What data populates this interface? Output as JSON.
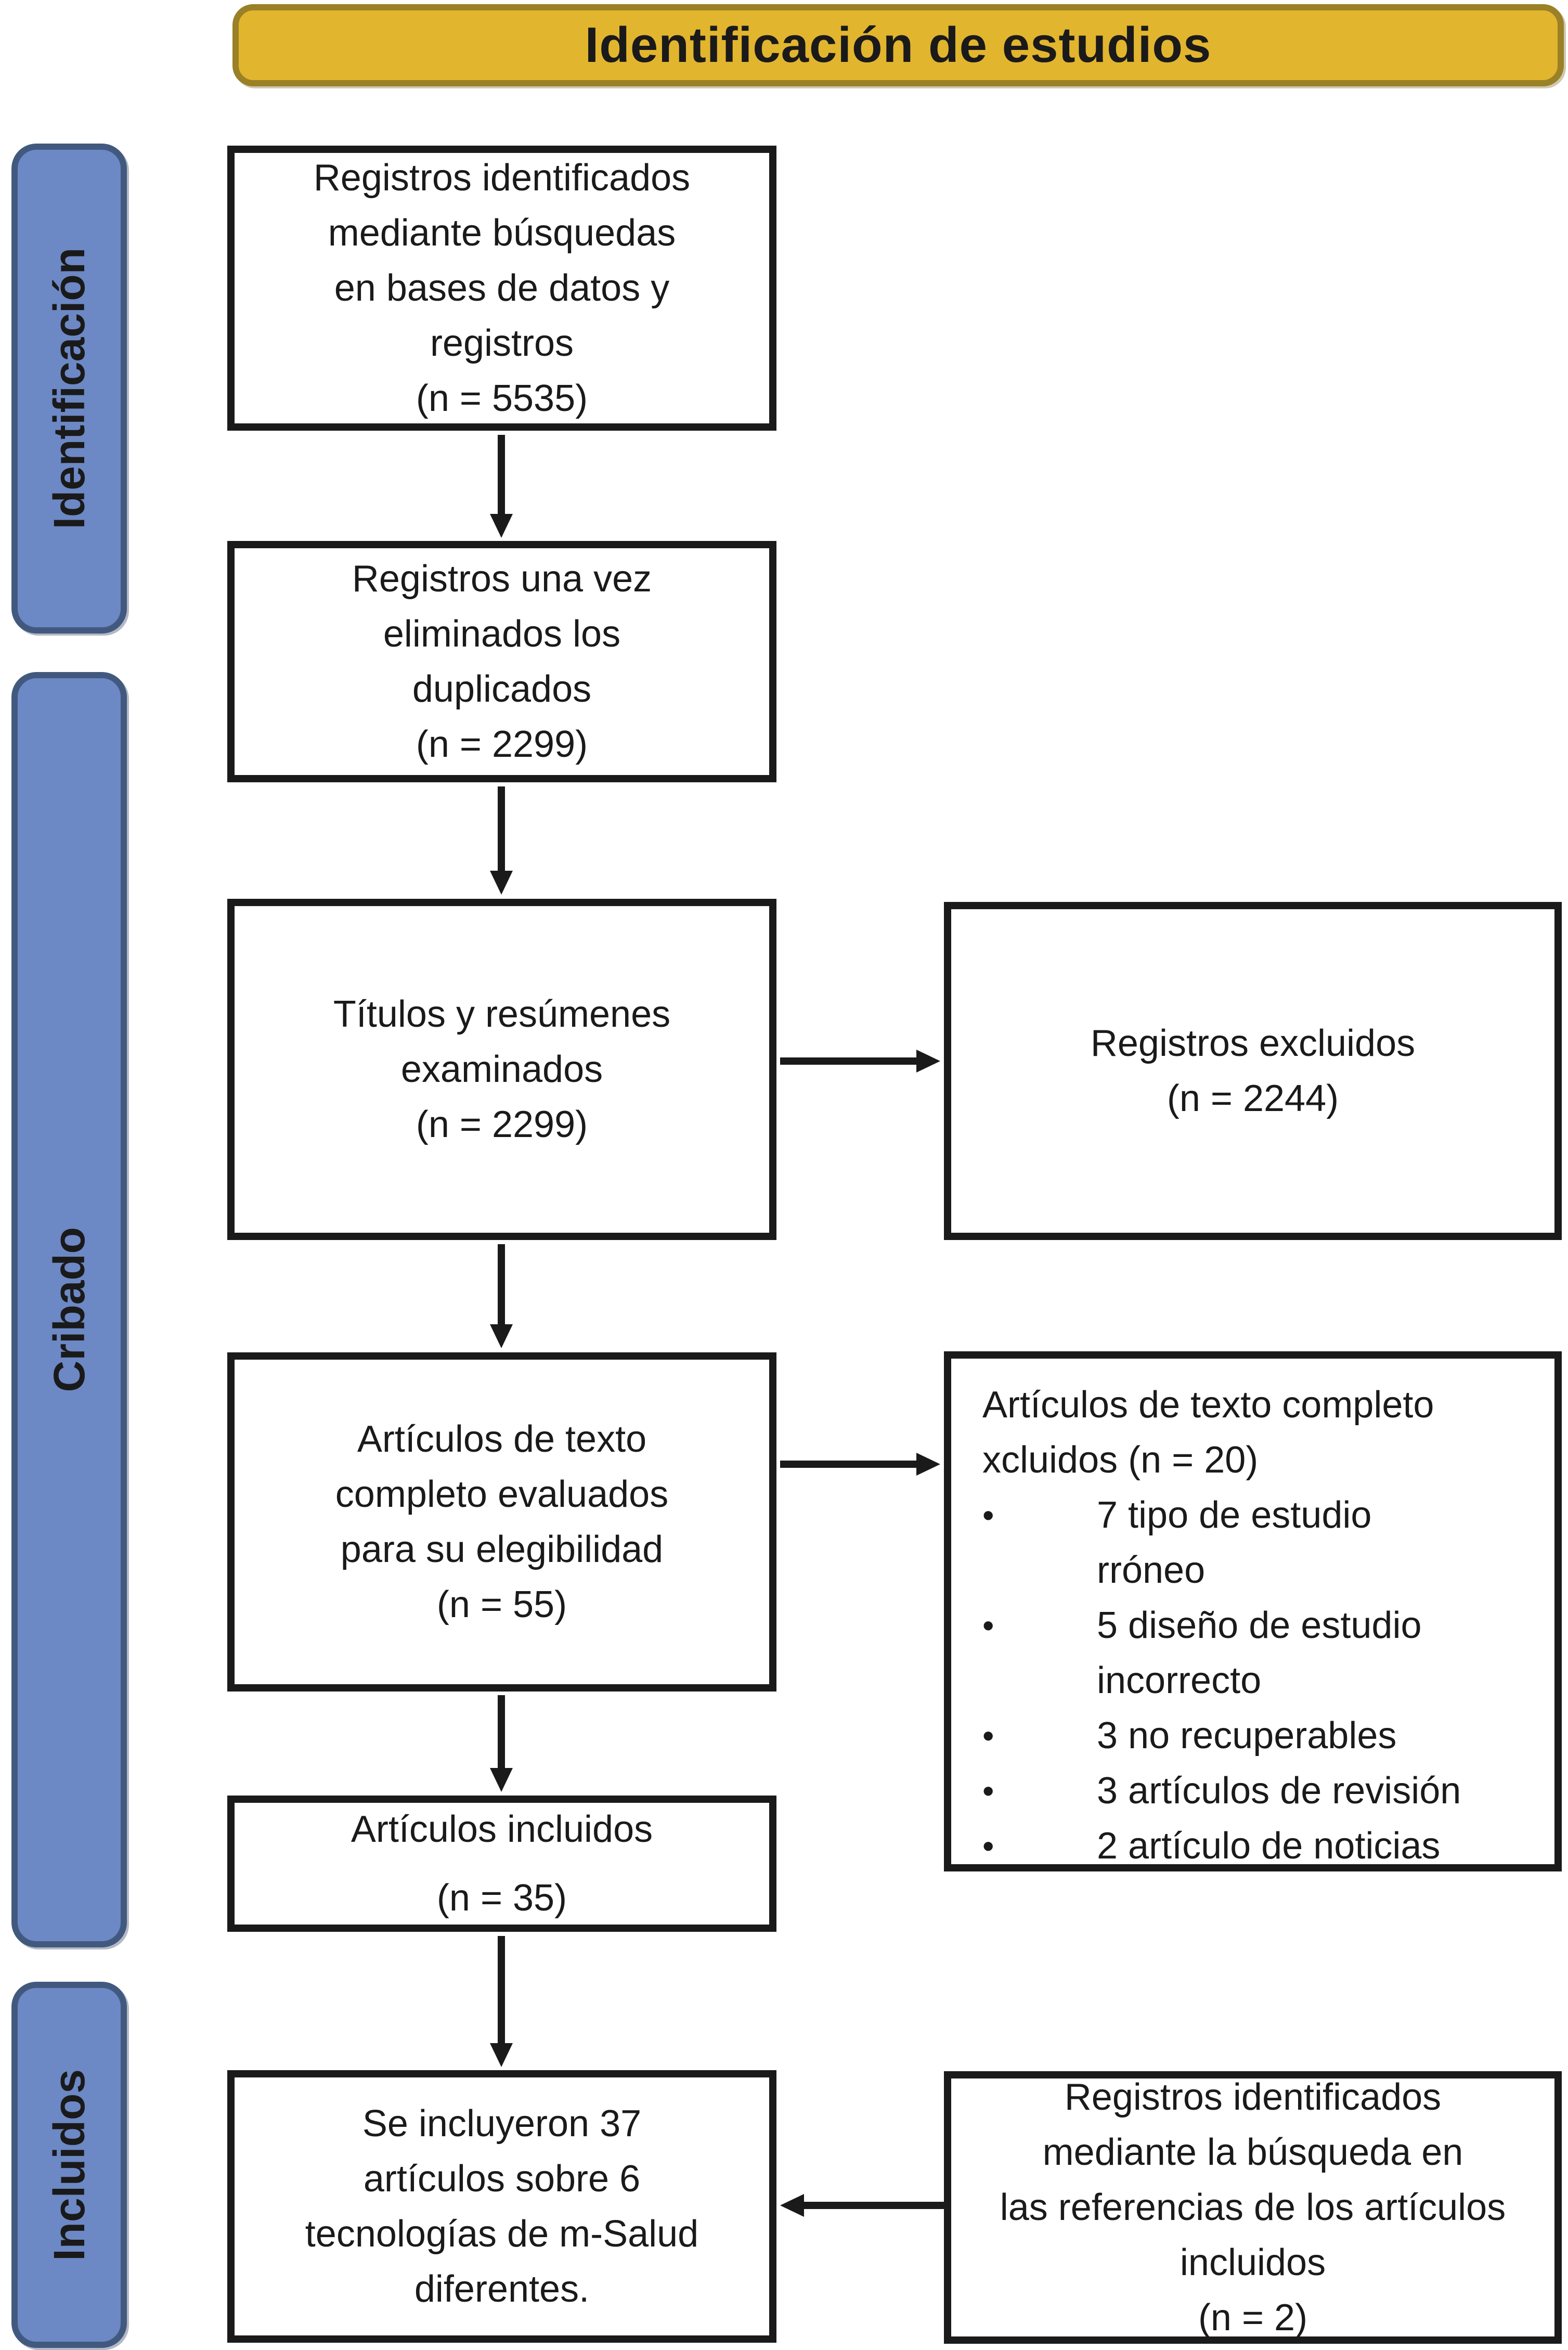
{
  "diagram": {
    "title": "Identificación de estudios",
    "stages": [
      {
        "label": "Identificación"
      },
      {
        "label": "Cribado"
      },
      {
        "label": "Incluidos"
      }
    ],
    "boxes": {
      "identified": "Registros identificados\nmediante búsquedas\nen bases de datos y\nregistros\n(n = 5535)",
      "deduplicated": "Registros una vez\neliminados los\nduplicados\n(n = 2299)",
      "screened": "Títulos y resúmenes\nexaminados\n(n = 2299)",
      "records_excluded": "Registros excluidos\n(n = 2244)",
      "fulltext_assessed": "Artículos de texto\ncompleto evaluados\npara su elegibilidad\n(n = 55)",
      "fulltext_excluded_title": "Artículos de texto completo\nxcluidos (n = 20)",
      "exclusion_reasons": [
        "7 tipo de estudio\nrróneo",
        "5 diseño de estudio\nincorrecto",
        "3 no recuperables",
        "3 artículos de revisión",
        "2 artículo de noticias"
      ],
      "included_articles": "Artículos incluidos\n(n = 35)",
      "final_synthesis": "Se incluyeron 37\nartículos sobre 6\ntecnologías de m-Salud\ndiferentes.",
      "reference_search": "Registros identificados\nmediante la búsqueda en\nlas referencias de los artículos\nincluidos\n(n = 2)"
    },
    "bullet_glyph": "•",
    "colors": {
      "banner_fill": "#e2b52e",
      "banner_border": "#9a8026",
      "stage_fill": "#6c88c5",
      "stage_border": "#42597f",
      "box_border": "#1a1a1a",
      "text": "#1a1a1a",
      "background": "#ffffff"
    }
  }
}
